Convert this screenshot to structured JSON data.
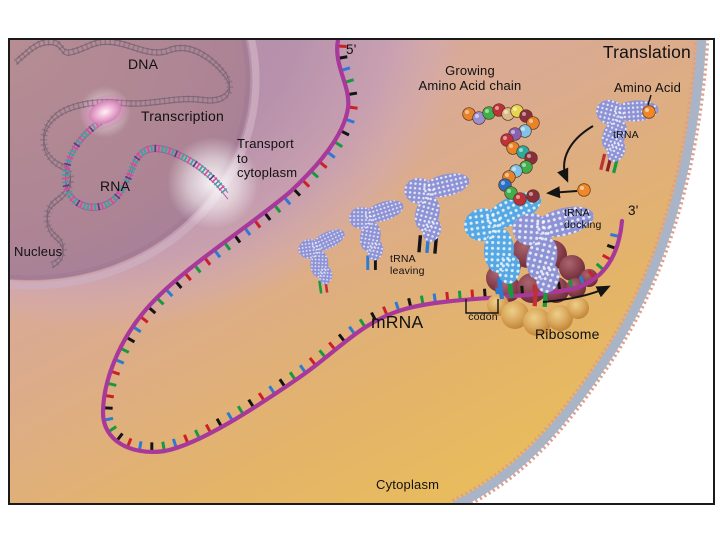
{
  "labels": {
    "dna": "DNA",
    "transcription": "Transcription",
    "transport": "Transport\nto\ncytoplasm",
    "rna": "RNA",
    "nucleus": "Nucleus",
    "five_prime": "5'",
    "translation": "Translation",
    "growing_chain": "Growing\nAmino Acid chain",
    "amino_acid": "Amino Acid",
    "trna": "tRNA",
    "trna_docking": "tRNA\ndocking",
    "three_prime": "3'",
    "trna_leaving": "tRNA\nleaving",
    "codon": "codon",
    "mrna": "mRNA",
    "ribosome": "Ribosome",
    "cytoplasm": "Cytoplasm"
  },
  "colors": {
    "frame_border": "#1a1a1a",
    "page_bg": "#ffffff",
    "label_text": "#111111",
    "cytoplasm_gradient": [
      "#d4a6a8",
      "#dbab8e",
      "#e4b468",
      "#e9bd5c"
    ],
    "nuclear_halo_inner": "#b28dae",
    "nuclear_halo_mid": "#bd99c0",
    "nuclear_halo_edge": "#c9a9d2",
    "nucleus_fill_inner": "#b68e93",
    "nucleus_fill_outer": "#a47e9c",
    "nucleus_rim": "#cdaec0",
    "nucleus_shadow": "#9d7890",
    "dna_strand": "#8a7484",
    "dna_rail": "#7a6474",
    "bubble_core": "#fff0f6",
    "bubble_mid": "#eeb6d6",
    "bubble_edge": "#d080b4",
    "rna_rail": "#b04a98",
    "rna_tick_colors": [
      "#2fa8a0",
      "#cc4fa0",
      "#2fa8a0",
      "#4a3e8f",
      "#cc4fa0",
      "#2fa8a0"
    ],
    "mrna_strand": "#a8399b",
    "mrna_tick_colors": [
      "#cc2027",
      "#141414",
      "#2b7bd4",
      "#169a3f",
      "#141414",
      "#cc2027",
      "#2b7bd4",
      "#141414",
      "#169a3f",
      "#2b7bd4",
      "#cc2027",
      "#169a3f"
    ],
    "ribosome_top_hi": "#a86670",
    "ribosome_top_mid": "#8c4450",
    "ribosome_top_dark": "#5d1e2b",
    "ribosome_bot_hi": "#eecf8a",
    "ribosome_bot_mid": "#d9a75c",
    "ribosome_bot_dark": "#b06e20",
    "trna_purple": "#8e93d6",
    "trna_blue": "#55a8e4",
    "amino_acid_bead": "#f0882a",
    "amino_acid_bead_outline": "#7a4010",
    "membrane_band": "#a9b5c7",
    "membrane_dots": "#dd9f8d",
    "arrow": "#141414",
    "glow": "#ffffff",
    "chain_bead_colors": [
      "#e8832a",
      "#9a8fd0",
      "#3fae4c",
      "#c03038",
      "#d8b98a",
      "#e8d44d",
      "#8a2f3a",
      "#e8832a",
      "#7fc3e8",
      "#8a5fb0",
      "#c03038",
      "#e8832a",
      "#2fa8a0",
      "#8a2f3a",
      "#3fae4c",
      "#7fc3e8",
      "#e8832a",
      "#2b6fc4",
      "#3fae4c",
      "#c03038",
      "#8a2f3a"
    ],
    "anticodon_green": "#169a3f",
    "anticodon_red": "#c03038",
    "anticodon_darkred": "#8a1f28",
    "anticodon_blue": "#2b7bd4",
    "anticodon_black": "#141414"
  }
}
